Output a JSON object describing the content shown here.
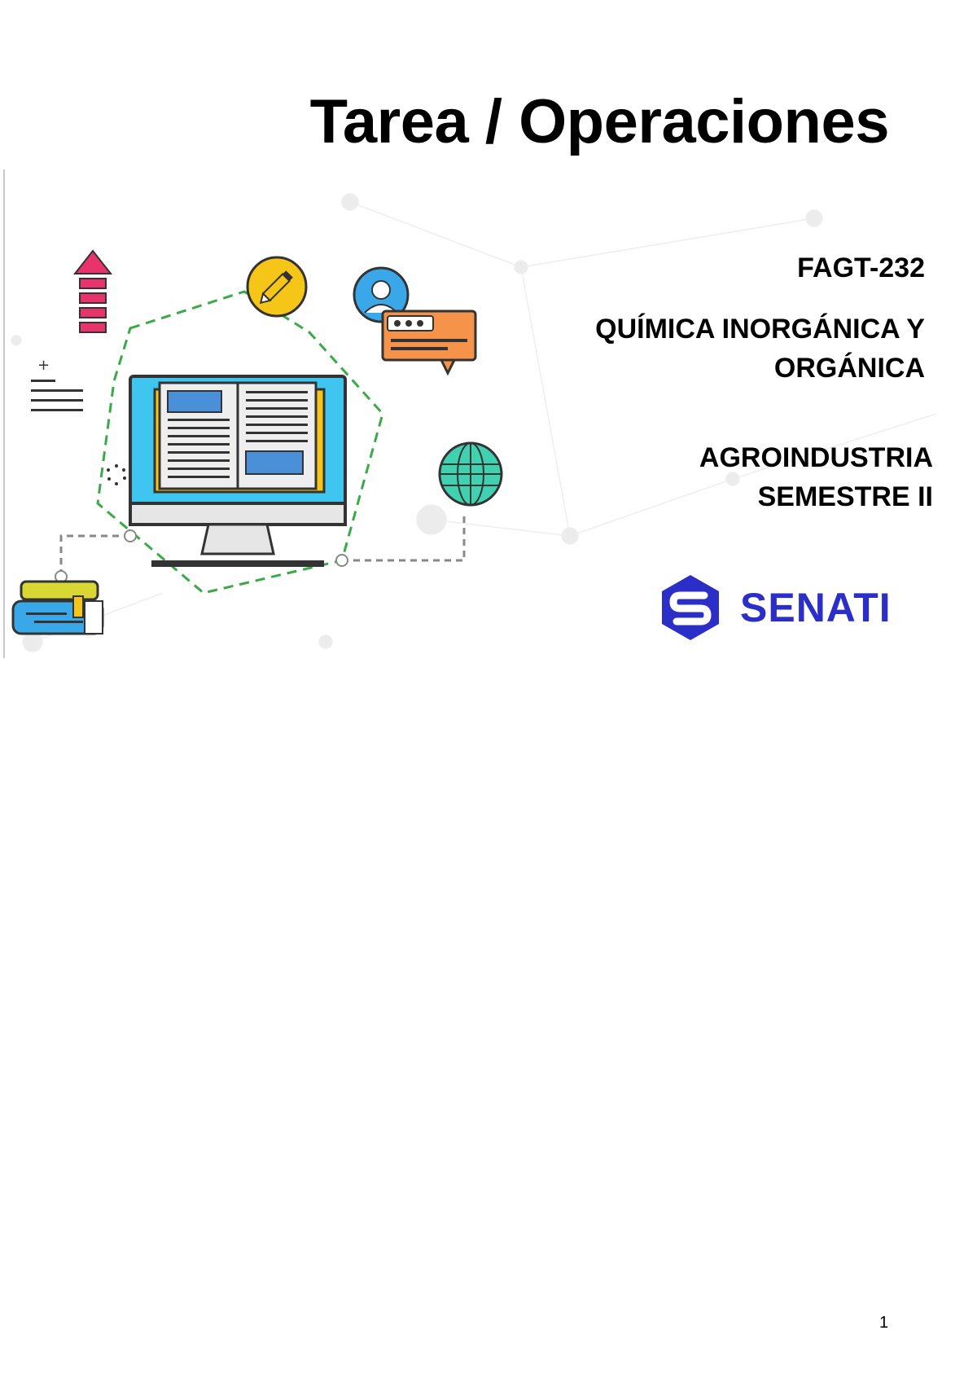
{
  "header": {
    "title": "Tarea / Operaciones"
  },
  "course": {
    "code": "FAGT-232",
    "name": "QUÍMICA INORGÁNICA Y ORGÁNICA",
    "program": "AGROINDUSTRIA",
    "semester": "SEMESTRE II"
  },
  "logo": {
    "text": "SENATI",
    "color": "#2b2fc7"
  },
  "footer": {
    "page_number": "1"
  },
  "icons": [
    "upload-arrow-icon",
    "pencil-icon",
    "user-chat-icon",
    "text-lines-icon",
    "book-monitor-icon",
    "globe-icon",
    "books-stack-icon",
    "senati-logo-icon"
  ],
  "colors": {
    "pink": "#e8336c",
    "yellow": "#f5c518",
    "orange": "#f5934a",
    "blue": "#3aa8e8",
    "teal": "#3fd1b0",
    "green": "#3aaa49"
  }
}
